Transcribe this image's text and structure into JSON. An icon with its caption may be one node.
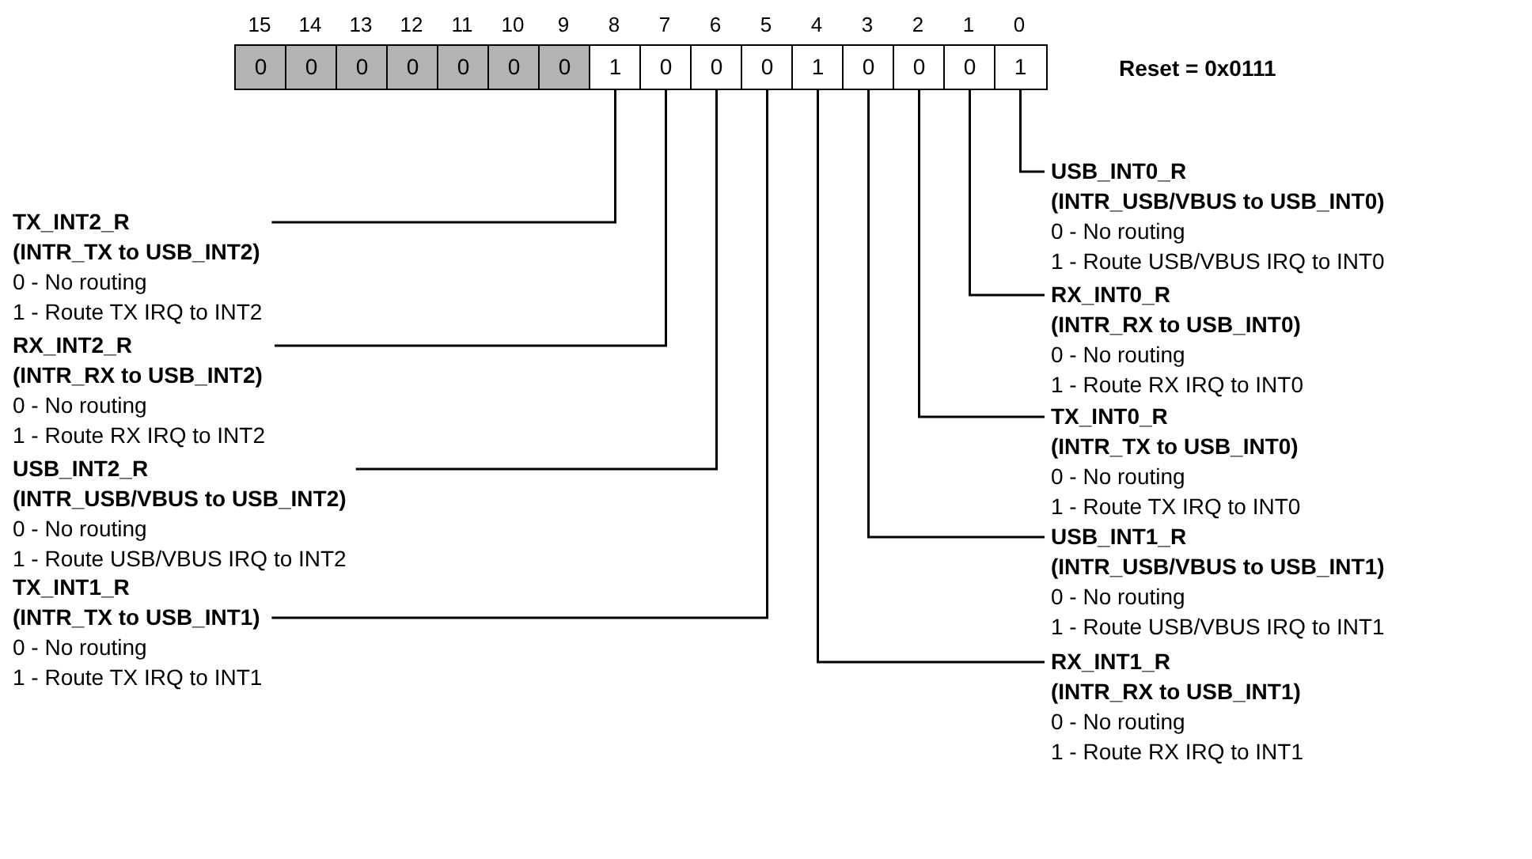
{
  "diagram": {
    "nodes": [
      {
        "text": [
          "0"
        ],
        "beside": [
          "15"
        ]
      },
      {
        "text": [
          "0"
        ],
        "beside": [
          "14"
        ]
      },
      {
        "text": [
          "0"
        ],
        "beside": [
          "13"
        ]
      },
      {
        "text": [
          "0"
        ],
        "beside": [
          "12"
        ]
      },
      {
        "text": [
          "0"
        ],
        "beside": [
          "11"
        ]
      },
      {
        "text": [
          "0"
        ],
        "beside": [
          "10"
        ]
      },
      {
        "text": [
          "0"
        ],
        "beside": [
          "9"
        ]
      },
      {
        "text": [
          "1"
        ],
        "beside": [
          "8"
        ]
      },
      {
        "text": [
          "0"
        ],
        "beside": [
          "7"
        ]
      },
      {
        "text": [
          "0"
        ],
        "beside": [
          "6"
        ]
      },
      {
        "text": [
          "0"
        ],
        "beside": [
          "5"
        ]
      },
      {
        "text": [
          "1"
        ],
        "beside": [
          "4"
        ]
      },
      {
        "text": [
          "0"
        ],
        "beside": [
          "3"
        ]
      },
      {
        "text": [
          "0"
        ],
        "beside": [
          "2"
        ]
      },
      {
        "text": [
          "0"
        ],
        "beside": [
          "1"
        ]
      },
      {
        "text": [
          "1"
        ],
        "beside": [
          "0"
        ]
      },
      {
        "text": [
          "TX_INT2_R",
          "(INTR_TX to USB_INT2)",
          "0 - No routing",
          "1 - Route TX IRQ to INT2"
        ]
      },
      {
        "text": [
          "RX_INT2_R",
          "(INTR_RX to USB_INT2)",
          "0 - No routing",
          "1 - Route RX IRQ to INT2"
        ]
      },
      {
        "text": [
          "USB_INT2_R",
          "(INTR_USB/VBUS to USB_INT2)",
          "0 - No routing",
          "1 - Route USB/VBUS IRQ to INT2"
        ]
      },
      {
        "text": [
          "TX_INT1_R",
          "(INTR_TX to USB_INT1)",
          "0 - No routing",
          "1 - Route TX IRQ to INT1"
        ]
      },
      {
        "text": [
          "USB_INT0_R",
          "(INTR_USB/VBUS to USB_INT0)",
          "0 - No routing",
          "1 - Route USB/VBUS IRQ to INT0"
        ]
      },
      {
        "text": [
          "RX_INT0_R",
          "(INTR_RX to USB_INT0)",
          "0 - No routing",
          "1 - Route RX IRQ to INT0"
        ]
      },
      {
        "text": [
          "TX_INT0_R",
          "(INTR_TX to USB_INT0)",
          "0 - No routing",
          "1 - Route TX IRQ to INT0"
        ]
      },
      {
        "text": [
          "USB_INT1_R",
          "(INTR_USB/VBUS to USB_INT1)",
          "0 - No routing",
          "1 - Route USB/VBUS IRQ to INT1"
        ]
      },
      {
        "text": [
          "RX_INT1_R",
          "(INTR_RX to USB_INT1)",
          "0 - No routing",
          "1 - Route RX IRQ to INT1"
        ]
      }
    ],
    "edges": [
      {
        "from": 16,
        "to": 7,
        "arrow": "none"
      },
      {
        "from": 17,
        "to": 8,
        "arrow": "none"
      },
      {
        "from": 18,
        "to": 9,
        "arrow": "none"
      },
      {
        "from": 19,
        "to": 10,
        "arrow": "none"
      },
      {
        "from": 20,
        "to": 15,
        "arrow": "none"
      },
      {
        "from": 21,
        "to": 14,
        "arrow": "none"
      },
      {
        "from": 22,
        "to": 13,
        "arrow": "none"
      },
      {
        "from": 23,
        "to": 12,
        "arrow": "none"
      },
      {
        "from": 24,
        "to": 11,
        "arrow": "none"
      }
    ],
    "labels": [
      "Reset = 0x0111"
    ]
  }
}
